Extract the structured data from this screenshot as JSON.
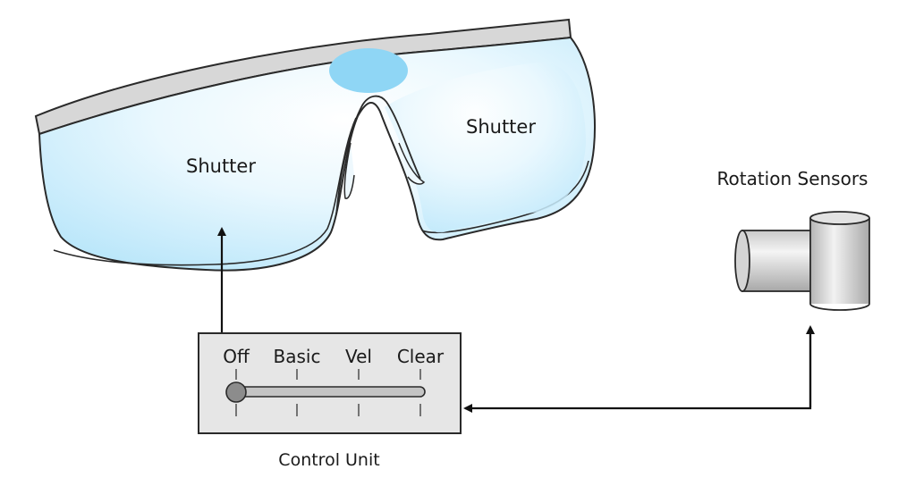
{
  "goggles": {
    "left_lens_label": "Shutter",
    "right_lens_label": "Shutter"
  },
  "control_unit": {
    "title": "Control Unit",
    "switch_positions": [
      "Off",
      "Basic",
      "Vel",
      "Clear"
    ],
    "selected_position": "Off"
  },
  "rotation_sensors": {
    "title": "Rotation Sensors"
  },
  "colors": {
    "lens_fill": "#cfeefc",
    "lens_glow": "#ffffff",
    "lens_outline": "#2a2a2a",
    "frame_band": "#d7d7d7",
    "nose_spot": "#8fd6f5",
    "control_box_fill": "#e6e6e6",
    "sensor_fill": "#dcdcdc",
    "line": "#111111"
  }
}
